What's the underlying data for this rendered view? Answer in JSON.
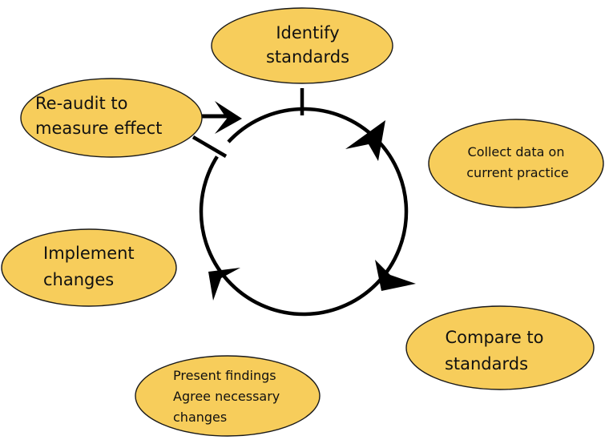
{
  "colors": {
    "node_fill": "#f7cd5b",
    "node_stroke": "#1a1a1a",
    "cycle_stroke": "#000000",
    "text": "#111111"
  },
  "nodes": {
    "identify": {
      "line1": "Identify",
      "line2": "standards"
    },
    "collect": {
      "line1": "Collect data on",
      "line2": "current practice"
    },
    "compare": {
      "line1": "Compare to",
      "line2": "standards"
    },
    "present": {
      "line1": "Present findings",
      "line2": "Agree necessary",
      "line3": "changes"
    },
    "implement": {
      "line1": "Implement",
      "line2": "changes"
    },
    "reaudit": {
      "line1": "Re-audit to",
      "line2": "measure effect"
    }
  },
  "arrows": [
    {
      "name": "arrow-to-collect",
      "direction": "clockwise"
    },
    {
      "name": "arrow-to-compare",
      "direction": "clockwise"
    },
    {
      "name": "arrow-to-implement",
      "direction": "clockwise"
    },
    {
      "name": "arrow-to-identify",
      "direction": "clockwise"
    }
  ]
}
